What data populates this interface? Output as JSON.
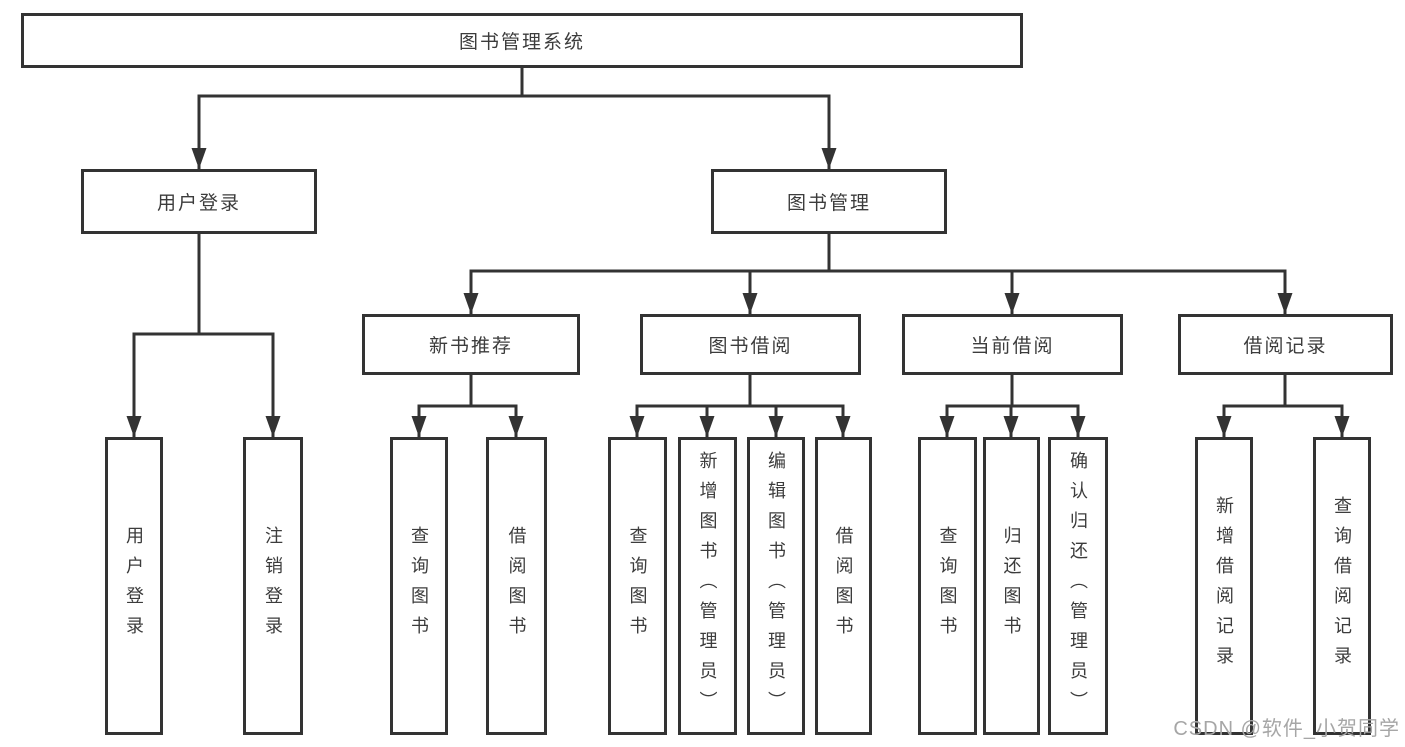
{
  "diagram": {
    "root": {
      "label": "图书管理系统"
    },
    "branches": [
      {
        "label": "用户登录",
        "children": [
          "用户登录",
          "注销登录"
        ]
      },
      {
        "label": "图书管理",
        "sections": [
          {
            "label": "新书推荐",
            "children": [
              "查询图书",
              "借阅图书"
            ]
          },
          {
            "label": "图书借阅",
            "children": [
              "查询图书",
              "新增图书（管理员）",
              "编辑图书（管理员）",
              "借阅图书"
            ]
          },
          {
            "label": "当前借阅",
            "children": [
              "查询图书",
              "归还图书",
              "确认归还（管理员）"
            ]
          },
          {
            "label": "借阅记录",
            "children": [
              "新增借阅记录",
              "查询借阅记录"
            ]
          }
        ]
      }
    ]
  },
  "watermark": {
    "text": "CSDN @软件_小贺同学"
  },
  "colors": {
    "line": "#333333",
    "text": "#3c3c3c",
    "box-bg": "#ffffff",
    "watermark": "#a6a6a6",
    "page-bg": "#ffffff"
  }
}
